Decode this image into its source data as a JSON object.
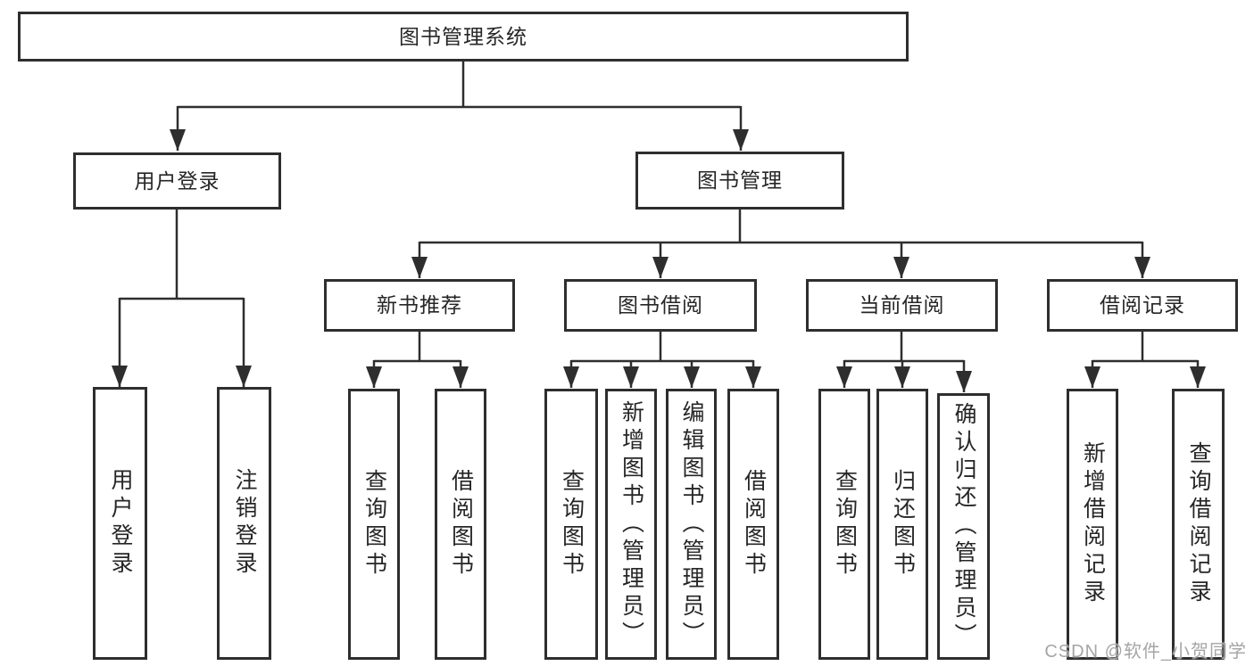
{
  "diagram": {
    "root": {
      "label": "图书管理系统"
    },
    "branches": [
      {
        "label": "用户登录",
        "children": [
          {
            "label": "用户登录"
          },
          {
            "label": "注销登录"
          }
        ]
      },
      {
        "label": "图书管理",
        "children": [
          {
            "label": "新书推荐",
            "children": [
              {
                "label": "查询图书"
              },
              {
                "label": "借阅图书"
              }
            ]
          },
          {
            "label": "图书借阅",
            "children": [
              {
                "label": "查询图书"
              },
              {
                "label": "新增图书（管理员）"
              },
              {
                "label": "编辑图书（管理员）"
              },
              {
                "label": "借阅图书"
              }
            ]
          },
          {
            "label": "当前借阅",
            "children": [
              {
                "label": "查询图书"
              },
              {
                "label": "归还图书"
              },
              {
                "label": "确认归还（管理员）"
              }
            ]
          },
          {
            "label": "借阅记录",
            "children": [
              {
                "label": "新增借阅记录"
              },
              {
                "label": "查询借阅记录"
              }
            ]
          }
        ]
      }
    ],
    "watermark": "CSDN @软件_小贺同学",
    "colors": {
      "line": "#2e2e2e",
      "text": "#262626",
      "watermark": "#a5a5a5",
      "background": "#ffffff"
    }
  }
}
